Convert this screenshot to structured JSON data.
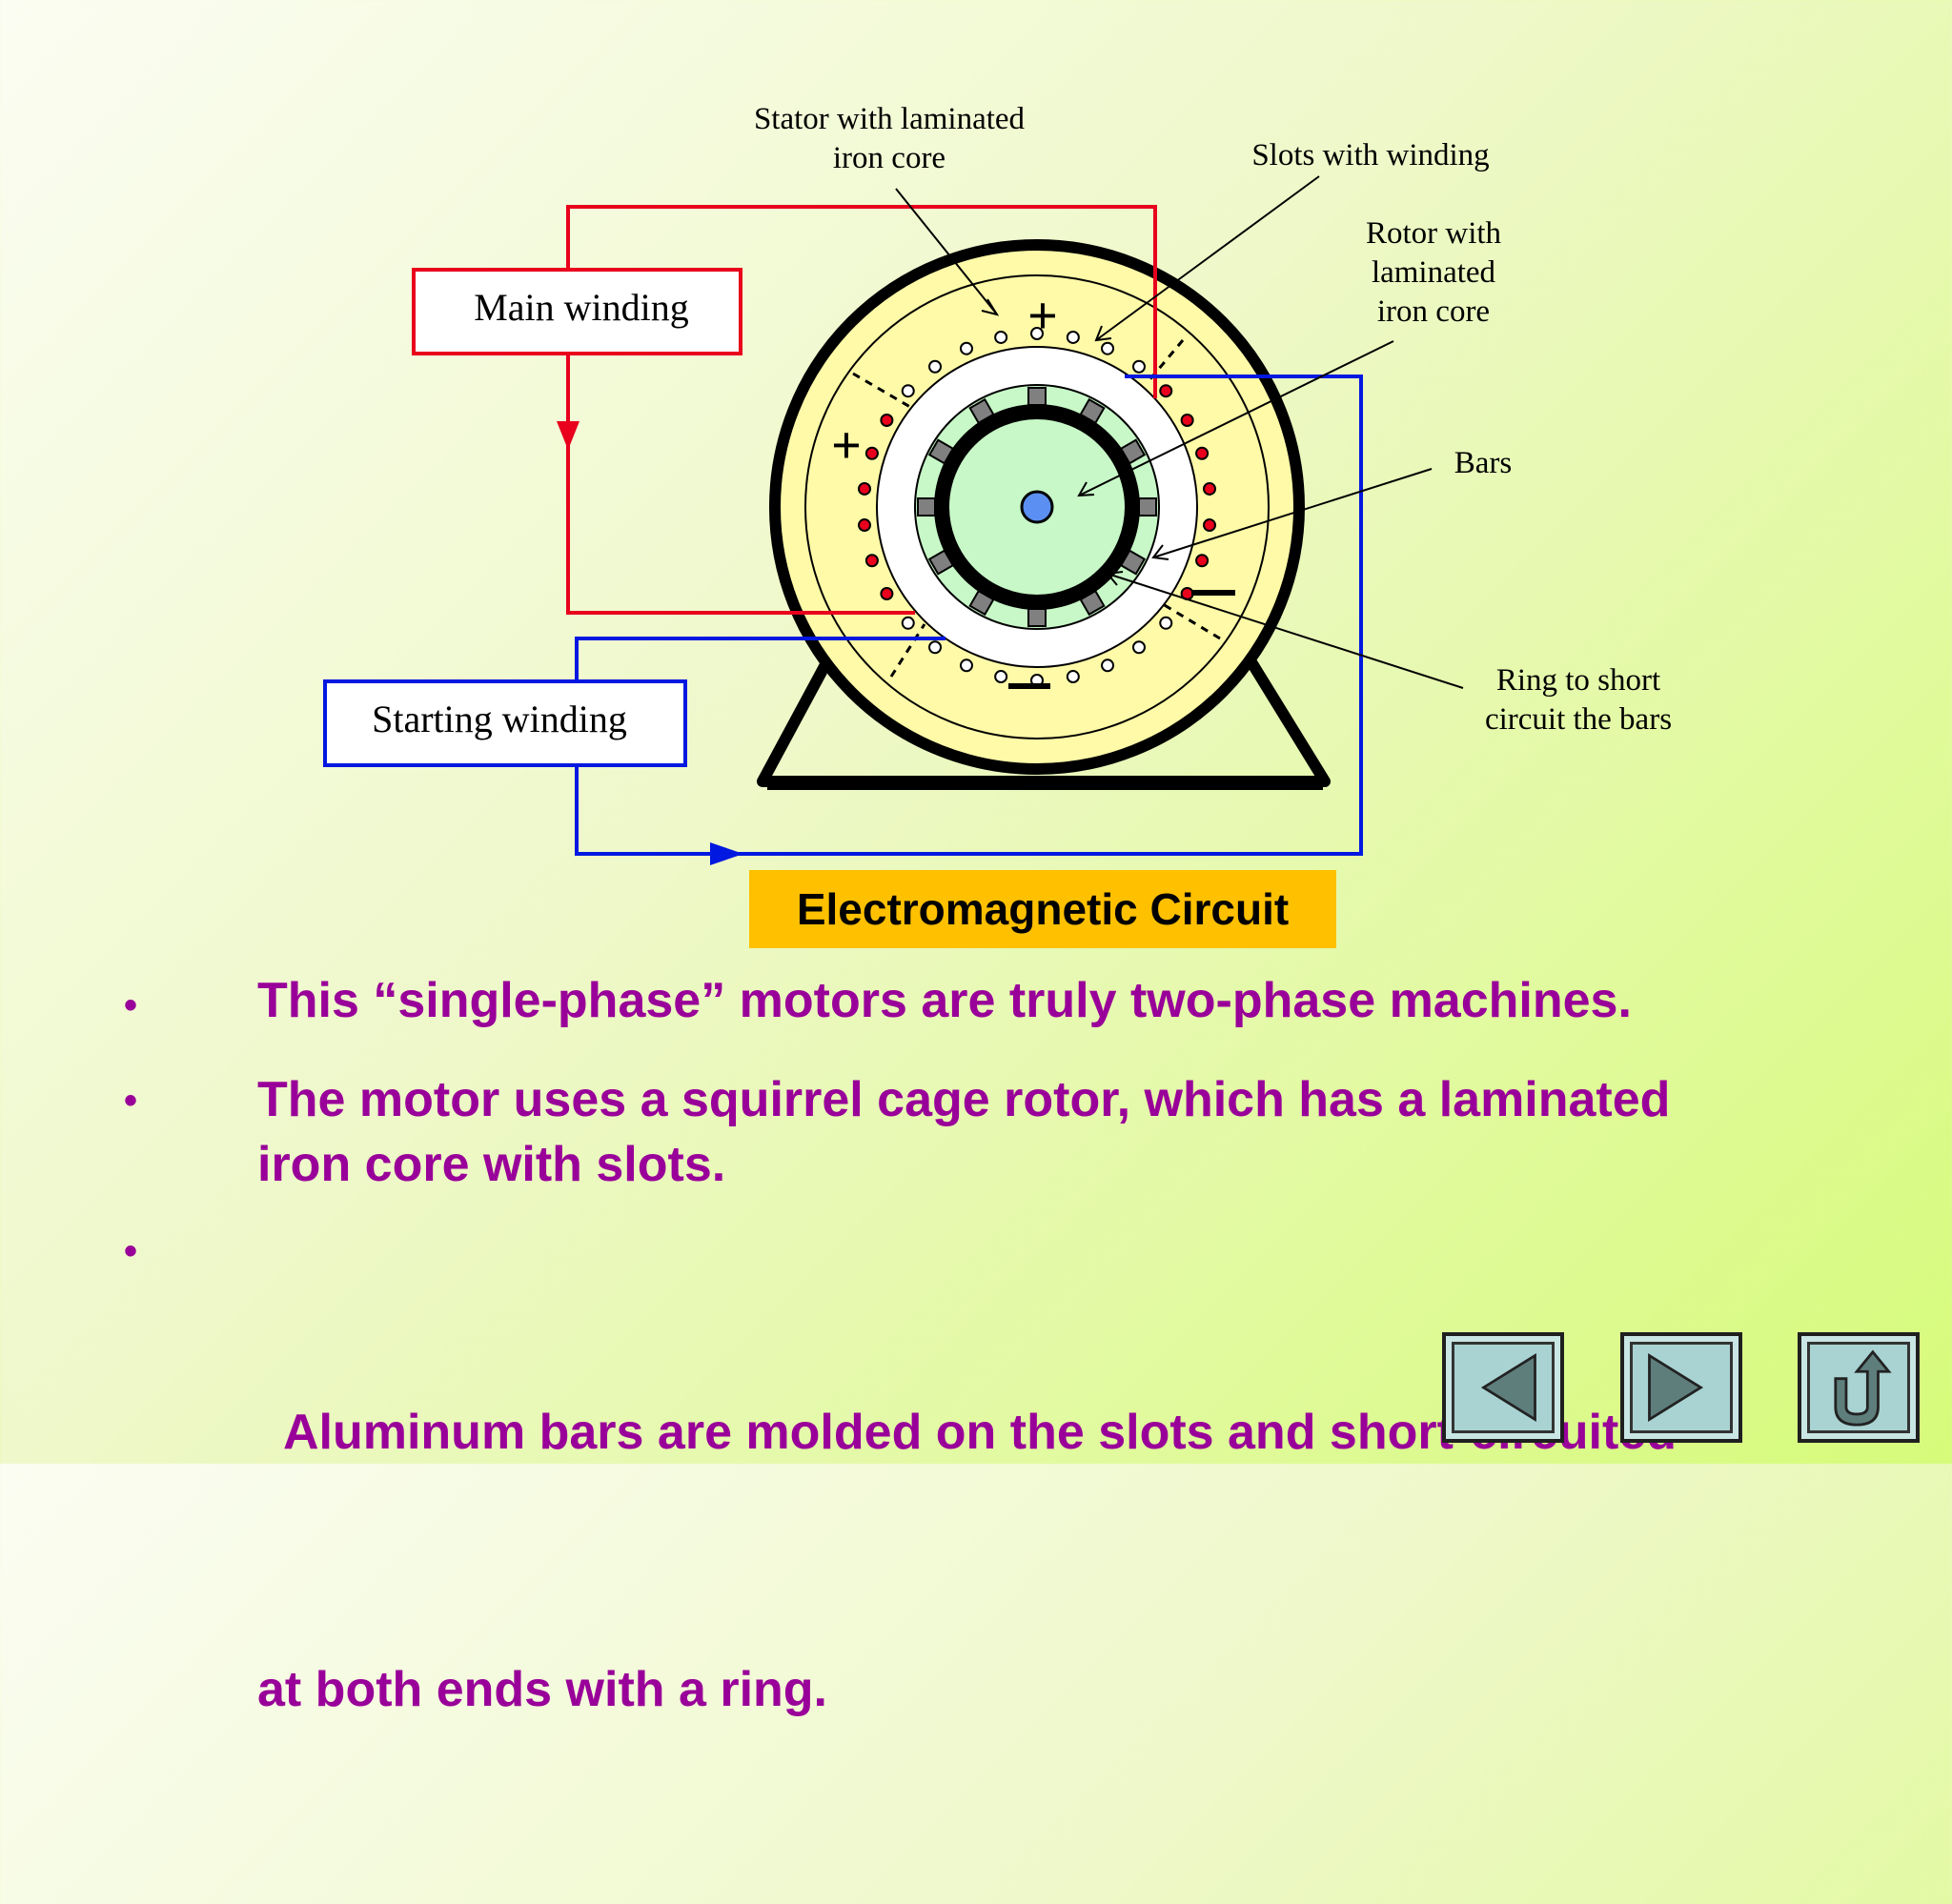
{
  "labels": {
    "stator": [
      "Stator with laminated",
      "iron core"
    ],
    "slots": "Slots with winding",
    "rotor": [
      "Rotor with",
      "laminated",
      "iron core"
    ],
    "bars": "Bars",
    "ring": [
      "Ring to short",
      "circuit the bars"
    ],
    "main_winding": "Main winding",
    "starting_winding": "Starting winding",
    "plus": "+",
    "minus": "–"
  },
  "caption": "Electromagnetic Circuit",
  "bullets": [
    {
      "marker": "•",
      "lines": [
        "This “single-phase” motors are truly two-phase machines."
      ]
    },
    {
      "marker": "•",
      "lines": [
        "The motor uses a squirrel cage rotor, which has a laminated",
        "iron core with slots."
      ]
    },
    {
      "marker": "•",
      "lines": [
        "  Aluminum bars are molded on the slots and short-circuited",
        "at both ends with a ring."
      ]
    }
  ],
  "nav": {
    "prev_icon": "back-triangle-icon",
    "next_icon": "forward-triangle-icon",
    "return_icon": "return-arrow-icon"
  },
  "colors": {
    "main_circuit": "#e8001c",
    "starting_circuit": "#0018e0",
    "stator_fill": "#fffaa8",
    "rotor_fill": "#c8f8c8",
    "caption_bg": "#ffc000",
    "bullet_text": "#990099",
    "nav_button": "#a9d3d2"
  }
}
